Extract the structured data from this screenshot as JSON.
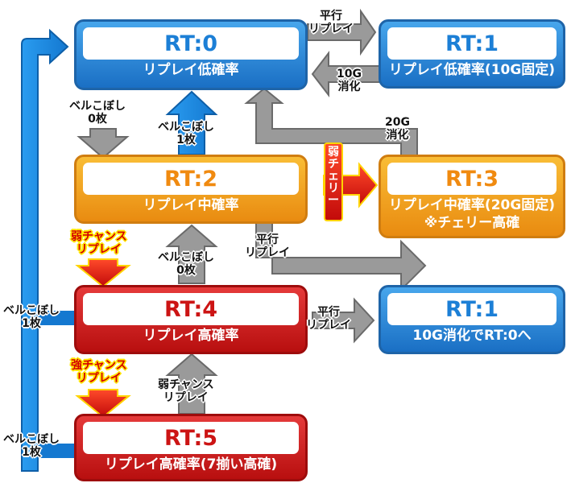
{
  "states": {
    "rt0": {
      "title": "RT:0",
      "desc": "リプレイ低確率"
    },
    "rt1a": {
      "title": "RT:1",
      "desc": "リプレイ低確率(10G固定)"
    },
    "rt2": {
      "title": "RT:2",
      "desc": "リプレイ中確率"
    },
    "rt3": {
      "title": "RT:3",
      "desc": "リプレイ中確率(20G固定)",
      "note": "※チェリー高確"
    },
    "rt4": {
      "title": "RT:4",
      "desc": "リプレイ高確率"
    },
    "rt1b": {
      "title": "RT:1",
      "desc": "10G消化でRT:0へ"
    },
    "rt5": {
      "title": "RT:5",
      "desc": "リプレイ高確率(7揃い高確)"
    }
  },
  "transitions": {
    "rt0_to_rt1": [
      "平行",
      "リプレイ"
    ],
    "rt1_to_rt0": [
      "10G",
      "消化"
    ],
    "rt3_to_rt0": [
      "20G",
      "消化"
    ],
    "rt0_to_rt2": [
      "ベルこぼし",
      "0枚"
    ],
    "rt2_to_rt0": [
      "ベルこぼし",
      "1枚"
    ],
    "rt2_to_rt3": "弱チェリー",
    "rt2_to_rt1": [
      "平行",
      "リプレイ"
    ],
    "rt2_to_rt4": [
      "弱チャンス",
      "リプレイ"
    ],
    "rt4_to_rt2": [
      "ベルこぼし",
      "0枚"
    ],
    "rt4_to_rt1": [
      "平行",
      "リプレイ"
    ],
    "rt4_to_rt5": [
      "強チャンス",
      "リプレイ"
    ],
    "rt5_to_rt4": [
      "弱チャンス",
      "リプレイ"
    ],
    "rt4_to_rt0": [
      "ベルこぼし",
      "1枚"
    ],
    "rt5_to_rt0": [
      "ベルこぼし",
      "1枚"
    ]
  },
  "colors": {
    "low": "#1a6fc4",
    "mid": "#e98b10",
    "high": "#b80f0f",
    "arrow_gray": "#9a9a9a",
    "arrow_blue": "#1a8be0"
  }
}
